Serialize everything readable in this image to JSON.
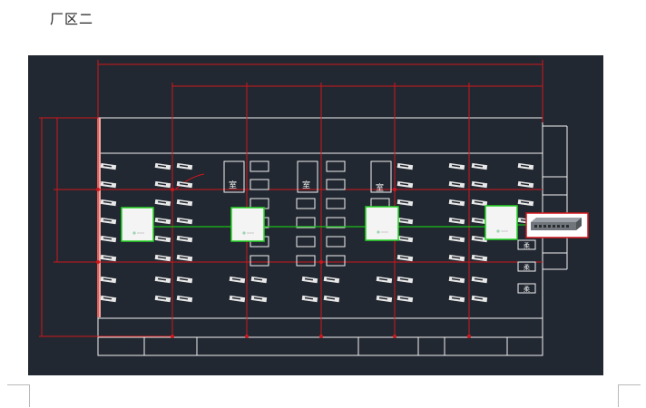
{
  "document": {
    "heading": "厂区二"
  },
  "drawing": {
    "background_color": "#222831",
    "outline_color": "#f2f2f2",
    "dimension_color": "#d0161c",
    "link_color": "#18c018",
    "ap_box_color": "#24d424",
    "switch_border_color": "#d0161c",
    "room_label": "室",
    "cabinet_label": "柔",
    "access_points": [
      {
        "id": "ap-1"
      },
      {
        "id": "ap-2"
      },
      {
        "id": "ap-3"
      },
      {
        "id": "ap-4"
      }
    ],
    "switch": {
      "icon": "network-switch-icon"
    },
    "room_boxes": 3,
    "cabinet_boxes": 3
  }
}
